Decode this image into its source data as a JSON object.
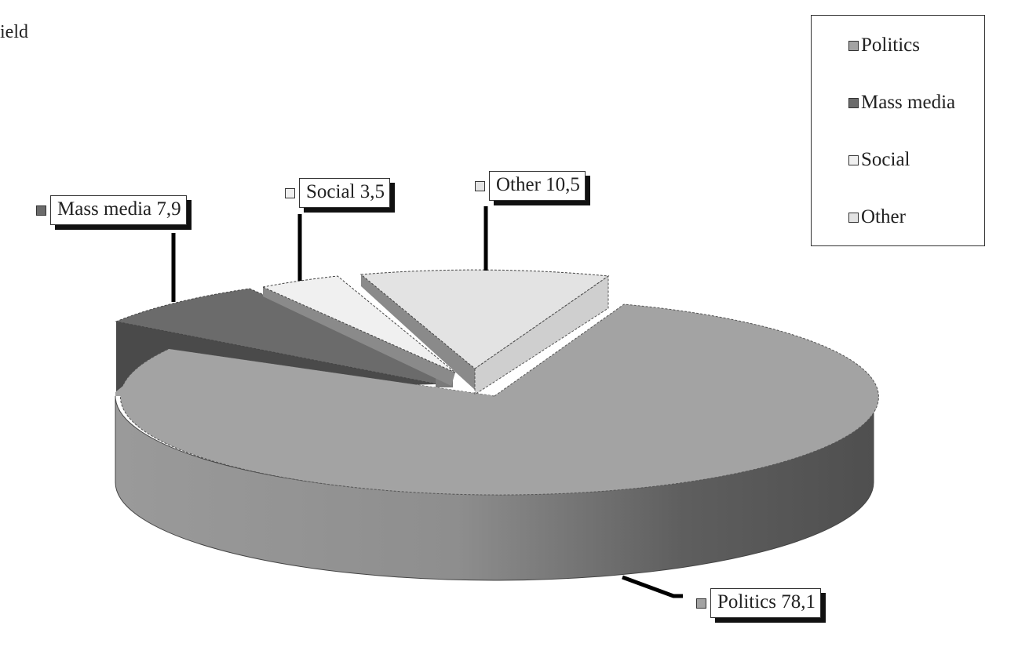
{
  "title_fragment": "ield",
  "legend": {
    "items": [
      {
        "label": "Politics",
        "color": "#a3a3a3"
      },
      {
        "label": "Mass media",
        "color": "#6b6b6b"
      },
      {
        "label": "Social",
        "color": "#f0f0f0"
      },
      {
        "label": "Other",
        "color": "#e3e3e3"
      }
    ]
  },
  "callouts": {
    "mass_media": "Mass media 7,9",
    "social": "Social 3,5",
    "other": "Other 10,5",
    "politics": "Politics 78,1"
  },
  "chart_data": {
    "type": "pie",
    "title": "...ield",
    "style": "3d-exploded",
    "categories": [
      "Politics",
      "Mass media",
      "Social",
      "Other"
    ],
    "values": [
      78.1,
      7.9,
      3.5,
      10.5
    ],
    "labels": [
      "Politics 78,1",
      "Mass media 7,9",
      "Social 3,5",
      "Other 10,5"
    ],
    "colors": [
      "#a3a3a3",
      "#6b6b6b",
      "#f0f0f0",
      "#e3e3e3"
    ],
    "legend_position": "top-right",
    "decimal_separator": ","
  }
}
